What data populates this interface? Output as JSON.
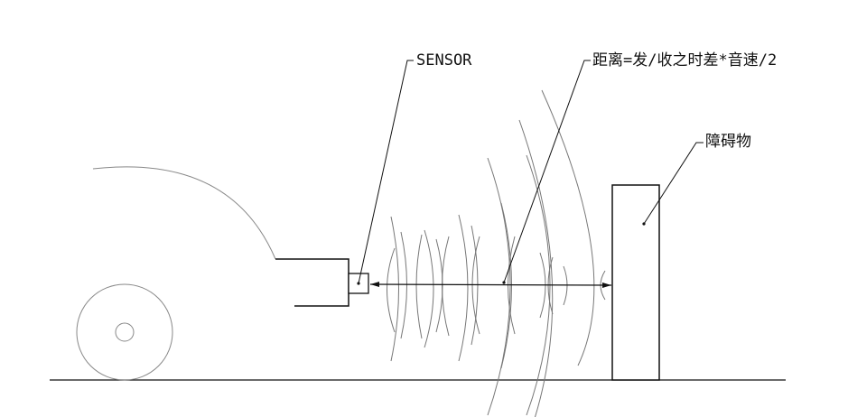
{
  "labels": {
    "sensor": "SENSOR",
    "distance_formula": "距离=发/收之时差*音速/2",
    "obstacle": "障碍物"
  },
  "colors": {
    "stroke": "#111111",
    "wave": "#777777",
    "background": "#ffffff"
  }
}
